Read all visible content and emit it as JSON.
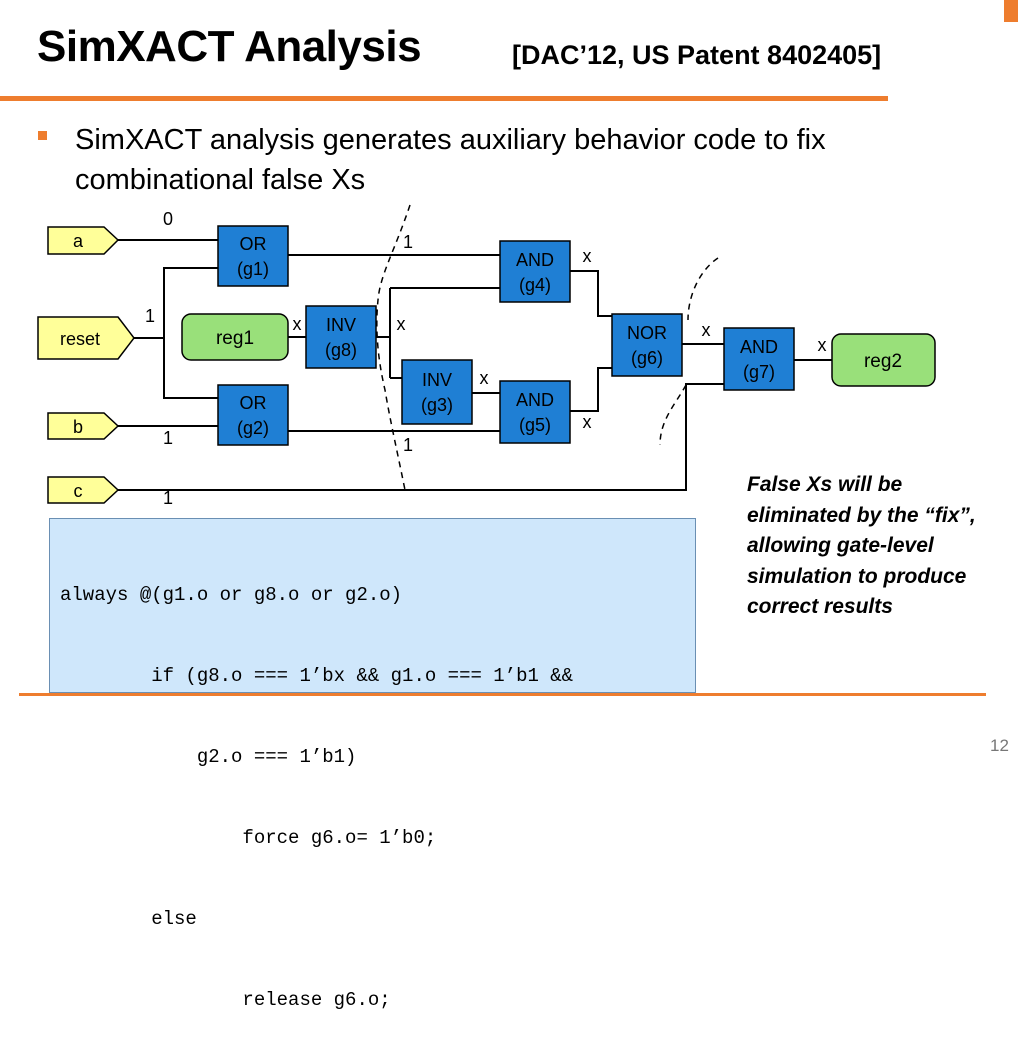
{
  "title": "SimXACT Analysis",
  "citation": "[DAC’12, US Patent 8402405]",
  "bullet": "SimXACT analysis generates auxiliary behavior code to fix combinational false Xs",
  "diagram": {
    "inputs": {
      "a": "a",
      "reset": "reset",
      "b": "b",
      "c": "c"
    },
    "registers": {
      "reg1": "reg1",
      "reg2": "reg2"
    },
    "gates": {
      "g1": {
        "type": "OR",
        "id": "(g1)"
      },
      "g2": {
        "type": "OR",
        "id": "(g2)"
      },
      "g3": {
        "type": "INV",
        "id": "(g3)"
      },
      "g4": {
        "type": "AND",
        "id": "(g4)"
      },
      "g5": {
        "type": "AND",
        "id": "(g5)"
      },
      "g6": {
        "type": "NOR",
        "id": "(g6)"
      },
      "g7": {
        "type": "AND",
        "id": "(g7)"
      },
      "g8": {
        "type": "INV",
        "id": "(g8)"
      }
    },
    "values": {
      "a": "0",
      "reset": "1",
      "b": "1",
      "c": "1",
      "g1": "1",
      "g2": "1",
      "reg1": "x",
      "g8": "x",
      "g3": "x",
      "g4": "x",
      "g5": "x",
      "g6": "x",
      "g7": "x"
    }
  },
  "code": [
    "always @(g1.o or g8.o or g2.o)",
    "        if (g8.o === 1’bx && g1.o === 1’b1 &&",
    "            g2.o === 1’b1)",
    "                force g6.o= 1’b0;",
    "        else",
    "                release g6.o;"
  ],
  "note": "False Xs will be eliminated by the “fix”, allowing gate-level simulation to produce correct results",
  "page_number": "12",
  "colors": {
    "accent": "#ee7d2e",
    "gate_fill": "#1f7fd4",
    "input_fill": "#ffff99",
    "register_fill": "#99e07a",
    "code_bg": "#cfe7fb"
  }
}
